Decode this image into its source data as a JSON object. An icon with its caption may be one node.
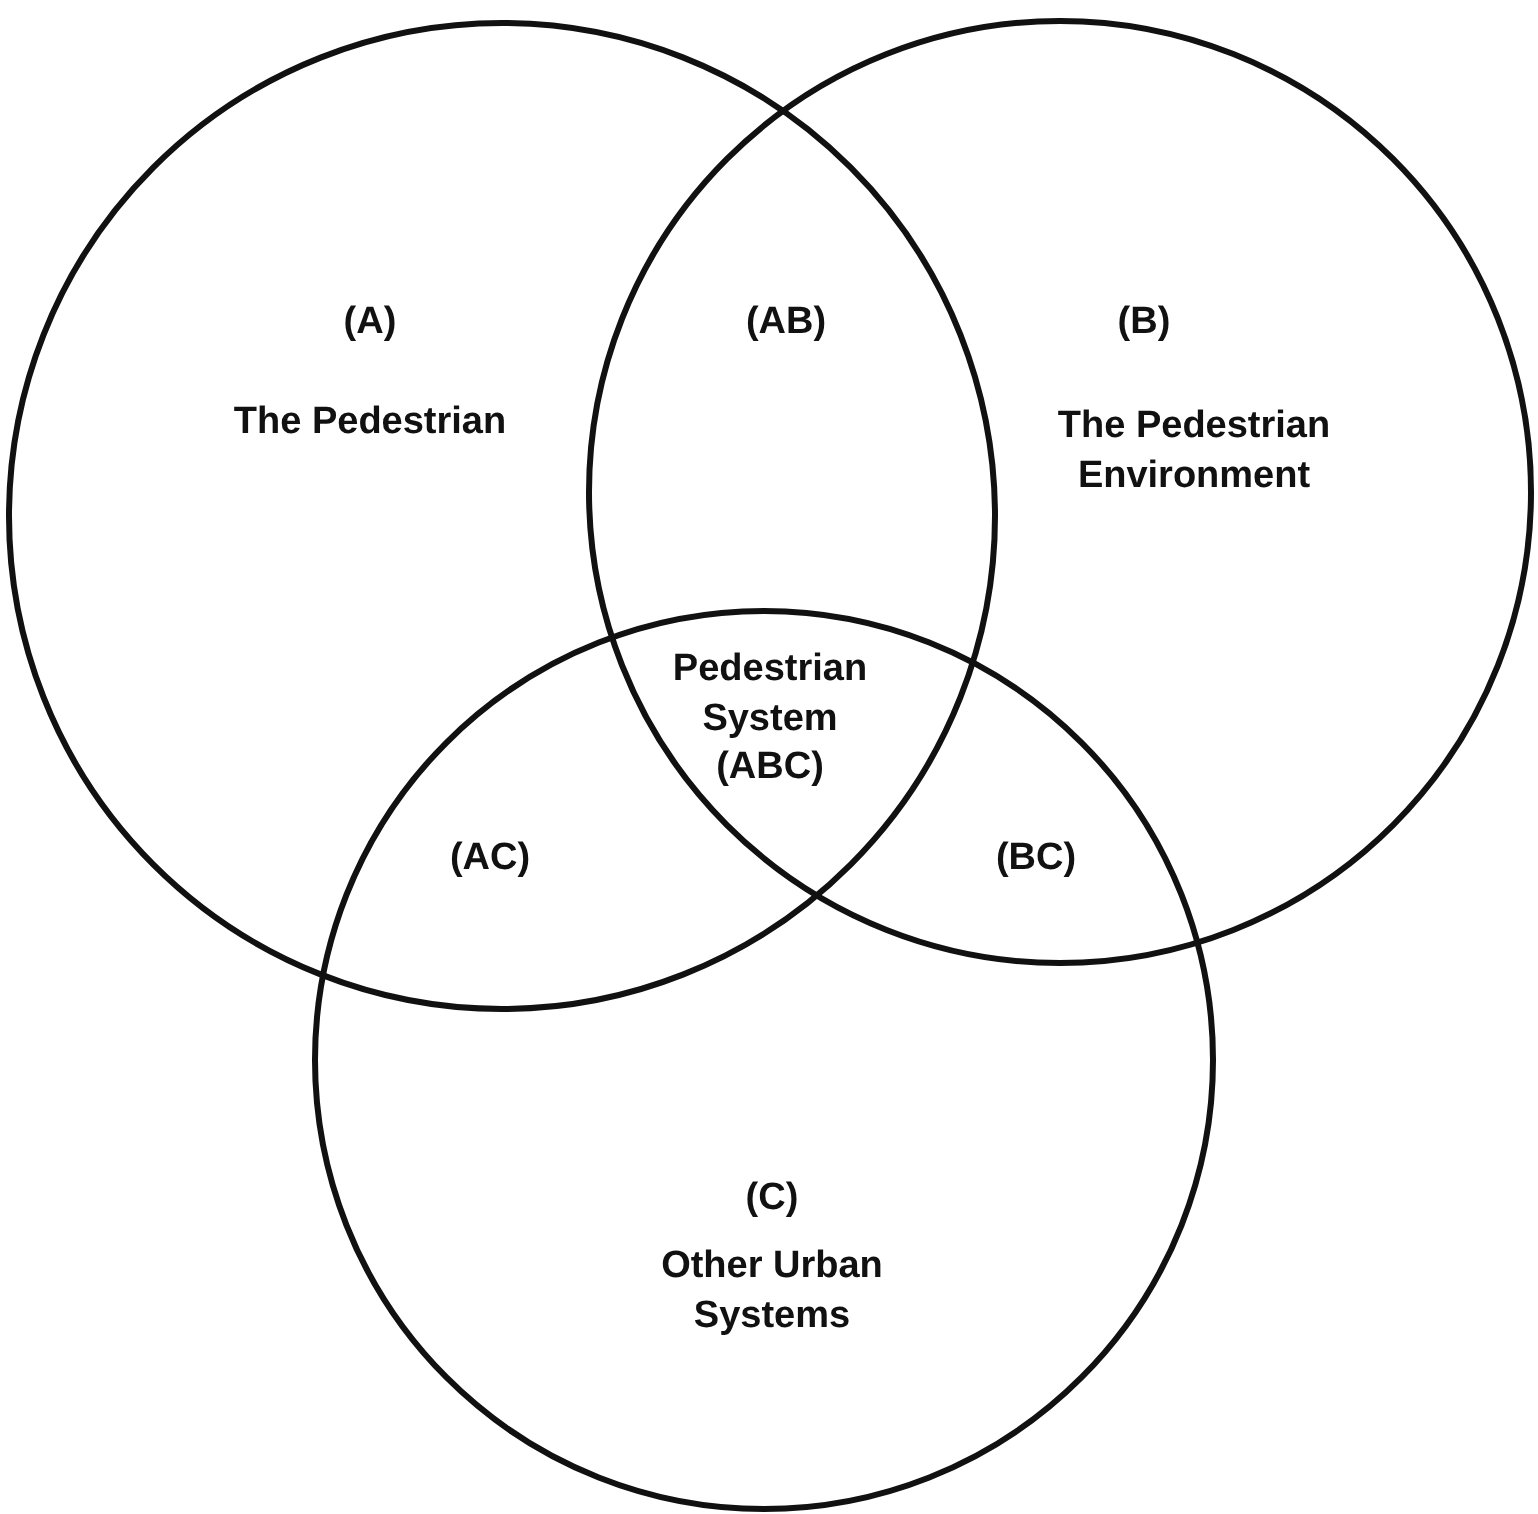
{
  "diagram": {
    "nodes": [
      {
        "text": [
          "(A)",
          "The Pedestrian"
        ]
      },
      {
        "text": [
          "(B)",
          "The Pedestrian Environment"
        ]
      },
      {
        "text": [
          "(C)",
          "Other Urban Systems"
        ]
      }
    ],
    "labels": [
      "(AB)",
      "Pedestrian System (ABC)",
      "(AC)",
      "(BC)"
    ]
  }
}
